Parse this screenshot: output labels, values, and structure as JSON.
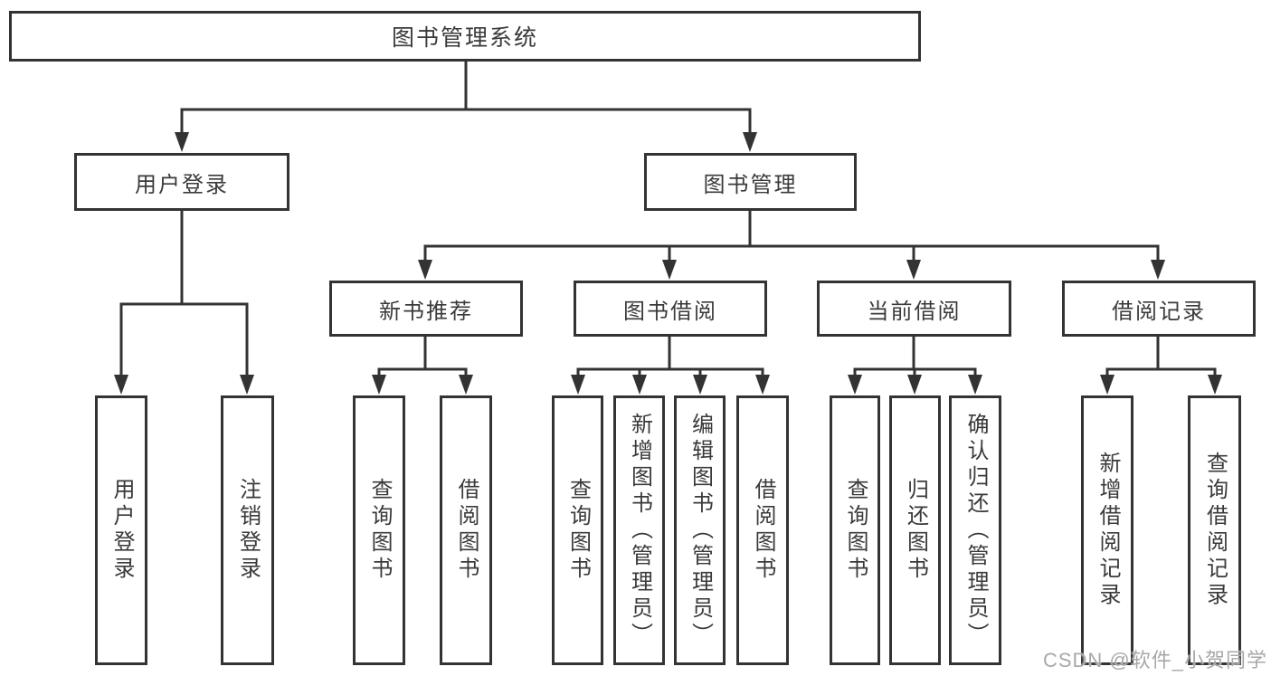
{
  "diagram": {
    "type": "hierarchy-tree",
    "tree": {
      "root": {
        "label": "图书管理系统",
        "children": [
          {
            "label": "用户登录",
            "children": [
              {
                "label": "用户登录"
              },
              {
                "label": "注销登录"
              }
            ]
          },
          {
            "label": "图书管理",
            "children": [
              {
                "label": "新书推荐",
                "children": [
                  {
                    "label": "查询图书"
                  },
                  {
                    "label": "借阅图书"
                  }
                ]
              },
              {
                "label": "图书借阅",
                "children": [
                  {
                    "label": "查询图书"
                  },
                  {
                    "label": "新增图书（管理员）"
                  },
                  {
                    "label": "编辑图书（管理员）"
                  },
                  {
                    "label": "借阅图书"
                  }
                ]
              },
              {
                "label": "当前借阅",
                "children": [
                  {
                    "label": "查询图书"
                  },
                  {
                    "label": "归还图书"
                  },
                  {
                    "label": "确认归还（管理员）"
                  }
                ]
              },
              {
                "label": "借阅记录",
                "children": [
                  {
                    "label": "新增借阅记录"
                  },
                  {
                    "label": "查询借阅记录"
                  }
                ]
              }
            ]
          }
        ]
      }
    },
    "colors": {
      "line": "#333333",
      "box_border": "#333333",
      "text": "#3a3a3a",
      "background": "#ffffff",
      "watermark": "#a8a8a8"
    }
  },
  "watermark": {
    "text": "CSDN @软件_小贺同学"
  }
}
